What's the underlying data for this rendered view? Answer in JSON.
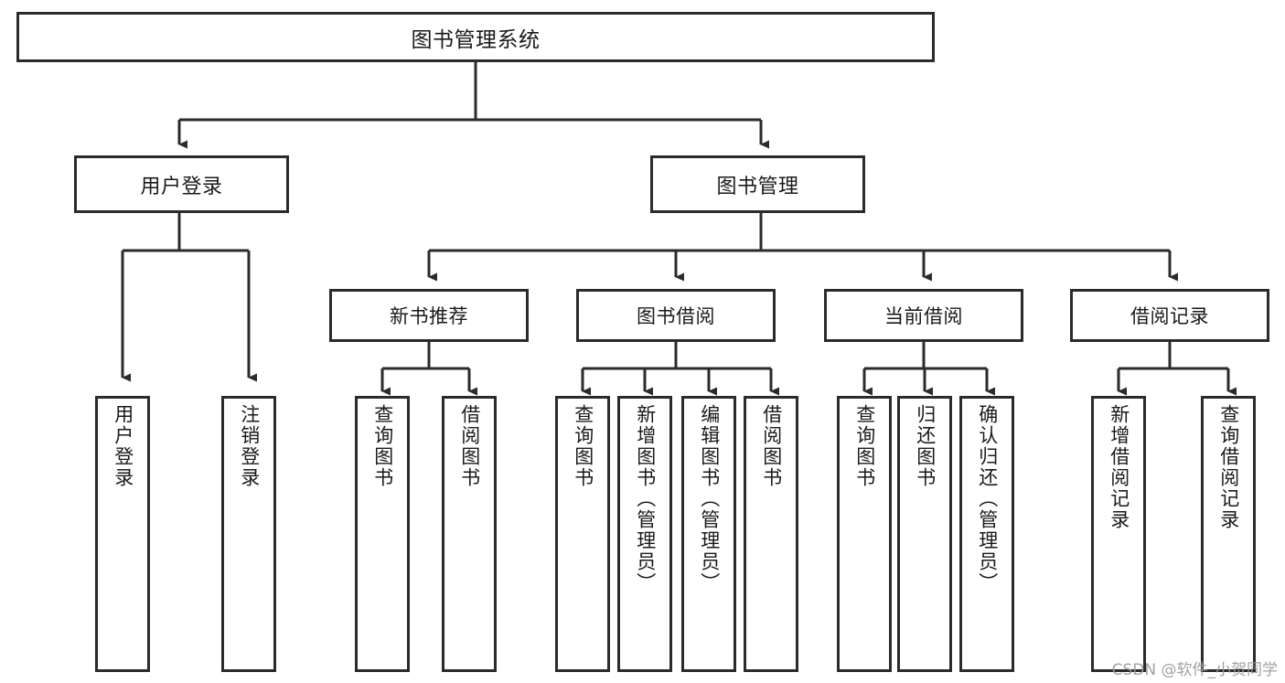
{
  "diagram": {
    "title": "图书管理系统",
    "type": "tree",
    "background_color": "#ffffff",
    "line_color": "#2b2b2b",
    "text_color": "#1a1a1a",
    "nodes": {
      "root": {
        "label": "图书管理系统"
      },
      "level2": [
        {
          "id": "user-login",
          "label": "用户登录"
        },
        {
          "id": "book-management",
          "label": "图书管理"
        }
      ],
      "level3": [
        {
          "id": "new-book-recommend",
          "label": "新书推荐"
        },
        {
          "id": "book-borrow",
          "label": "图书借阅"
        },
        {
          "id": "current-borrow",
          "label": "当前借阅"
        },
        {
          "id": "borrow-record",
          "label": "借阅记录"
        }
      ],
      "leaves": {
        "user-login": [
          {
            "id": "leaf-user-login",
            "label": "用户登录"
          },
          {
            "id": "leaf-logout-login",
            "label": "注销登录"
          }
        ],
        "new-book-recommend": [
          {
            "id": "leaf-query-book-1",
            "label": "查询图书"
          },
          {
            "id": "leaf-borrow-book-1",
            "label": "借阅图书"
          }
        ],
        "book-borrow": [
          {
            "id": "leaf-query-book-2",
            "label": "查询图书"
          },
          {
            "id": "leaf-add-book",
            "label": "新增图书（管理员）"
          },
          {
            "id": "leaf-edit-book",
            "label": "编辑图书（管理员）"
          },
          {
            "id": "leaf-borrow-book-2",
            "label": "借阅图书"
          }
        ],
        "current-borrow": [
          {
            "id": "leaf-query-book-3",
            "label": "查询图书"
          },
          {
            "id": "leaf-return-book",
            "label": "归还图书"
          },
          {
            "id": "leaf-confirm-return",
            "label": "确认归还（管理员）"
          }
        ],
        "borrow-record": [
          {
            "id": "leaf-add-record",
            "label": "新增借阅记录"
          },
          {
            "id": "leaf-query-record",
            "label": "查询借阅记录"
          }
        ]
      }
    }
  },
  "watermark": {
    "text": "CSDN @软件_小贺同学"
  }
}
